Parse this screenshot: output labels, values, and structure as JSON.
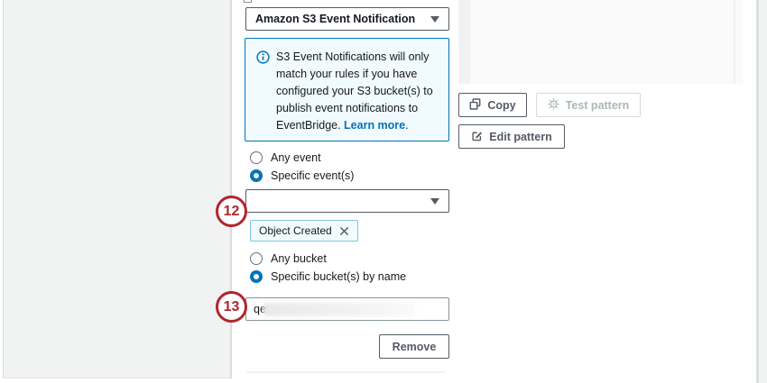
{
  "colors": {
    "accent_blue": "#0073bb",
    "annotation_red": "#b0262e",
    "info_background": "#f1faff",
    "button_gray": "#545b64",
    "disabled_gray": "#aab7b8"
  },
  "annotations": {
    "step_12": "12",
    "step_13": "13"
  },
  "form": {
    "event_type_select": {
      "value": "Amazon S3 Event Notification"
    },
    "info_box": {
      "text": "S3 Event Notifications will only match your rules if you have configured your S3 bucket(s) to publish event notifications to EventBridge. ",
      "link_label": "Learn more",
      "link_suffix": "."
    },
    "event_scope_options": [
      {
        "label": "Any event",
        "selected": false
      },
      {
        "label": "Specific event(s)",
        "selected": true
      }
    ],
    "event_select": {
      "value": ""
    },
    "event_tags": [
      {
        "label": "Object Created"
      }
    ],
    "bucket_scope_options": [
      {
        "label": "Any bucket",
        "selected": false
      },
      {
        "label": "Specific bucket(s) by name",
        "selected": true
      }
    ],
    "bucket_name_input": {
      "value": "qev"
    },
    "remove_button_label": "Remove"
  },
  "pattern_actions": {
    "copy_label": "Copy",
    "test_label": "Test pattern",
    "edit_label": "Edit pattern"
  }
}
